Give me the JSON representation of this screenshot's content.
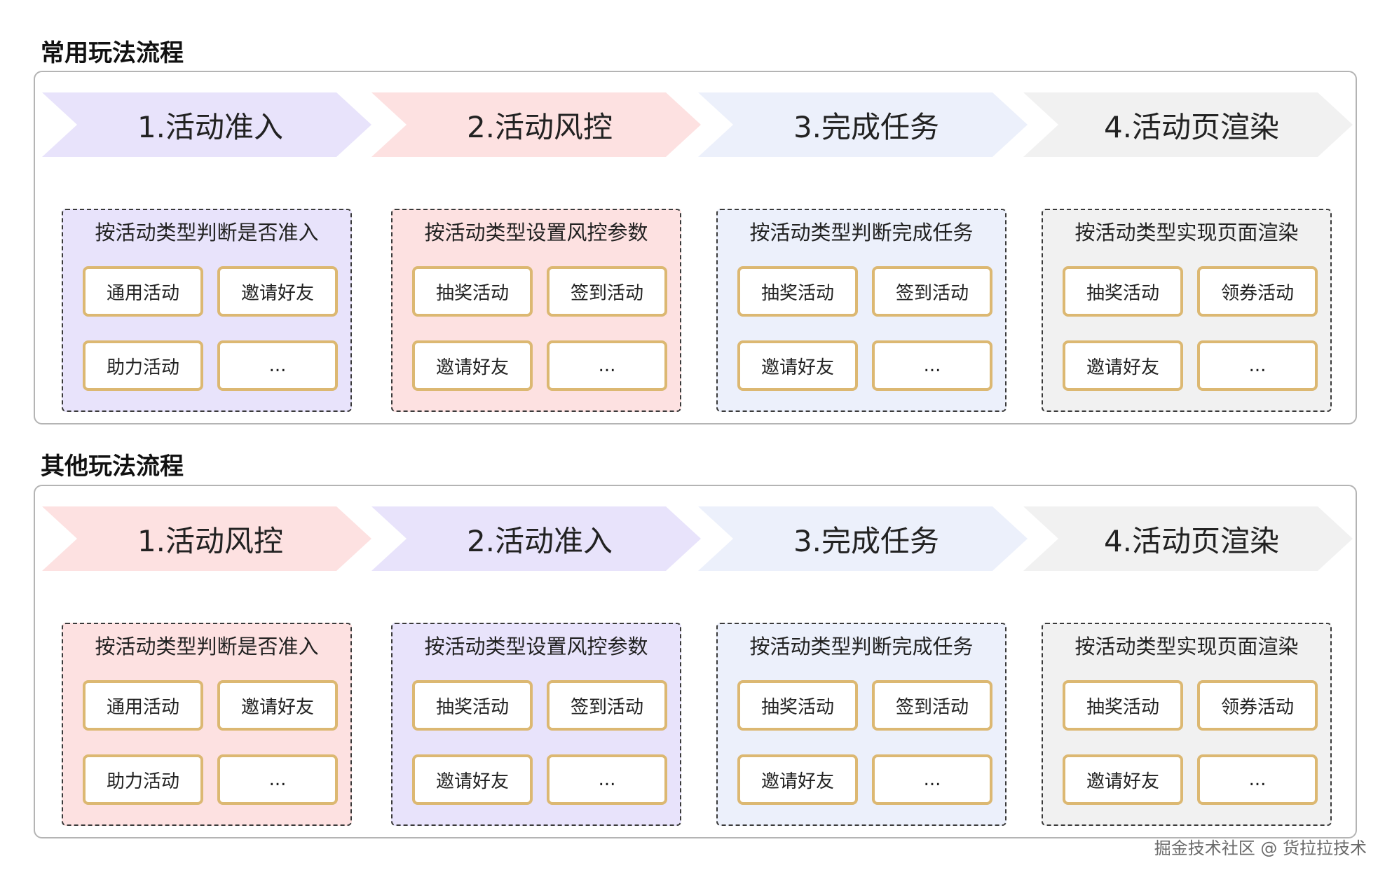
{
  "colors": {
    "purple": "#e8e3fb",
    "pink": "#fde1e1",
    "blue": "#ecf0fb",
    "gray": "#f1f1f1",
    "item_border": "#dcb872"
  },
  "sections": [
    {
      "title": "常用玩法流程",
      "steps": [
        {
          "label": "1.活动准入",
          "color": "purple"
        },
        {
          "label": "2.活动风控",
          "color": "pink"
        },
        {
          "label": "3.完成任务",
          "color": "blue"
        },
        {
          "label": "4.活动页渲染",
          "color": "gray"
        }
      ],
      "groups": [
        {
          "title": "按活动类型判断是否准入",
          "color": "purple",
          "items": [
            "通用活动",
            "邀请好友",
            "助力活动",
            "..."
          ]
        },
        {
          "title": "按活动类型设置风控参数",
          "color": "pink",
          "items": [
            "抽奖活动",
            "签到活动",
            "邀请好友",
            "..."
          ]
        },
        {
          "title": "按活动类型判断完成任务",
          "color": "blue",
          "items": [
            "抽奖活动",
            "签到活动",
            "邀请好友",
            "..."
          ]
        },
        {
          "title": "按活动类型实现页面渲染",
          "color": "gray",
          "items": [
            "抽奖活动",
            "领券活动",
            "邀请好友",
            "..."
          ]
        }
      ]
    },
    {
      "title": "其他玩法流程",
      "steps": [
        {
          "label": "1.活动风控",
          "color": "pink"
        },
        {
          "label": "2.活动准入",
          "color": "purple"
        },
        {
          "label": "3.完成任务",
          "color": "blue"
        },
        {
          "label": "4.活动页渲染",
          "color": "gray"
        }
      ],
      "groups": [
        {
          "title": "按活动类型判断是否准入",
          "color": "pink",
          "items": [
            "通用活动",
            "邀请好友",
            "助力活动",
            "..."
          ]
        },
        {
          "title": "按活动类型设置风控参数",
          "color": "purple",
          "items": [
            "抽奖活动",
            "签到活动",
            "邀请好友",
            "..."
          ]
        },
        {
          "title": "按活动类型判断完成任务",
          "color": "blue",
          "items": [
            "抽奖活动",
            "签到活动",
            "邀请好友",
            "..."
          ]
        },
        {
          "title": "按活动类型实现页面渲染",
          "color": "gray",
          "items": [
            "抽奖活动",
            "领券活动",
            "邀请好友",
            "..."
          ]
        }
      ]
    }
  ],
  "footer": "掘金技术社区 @ 货拉拉技术"
}
